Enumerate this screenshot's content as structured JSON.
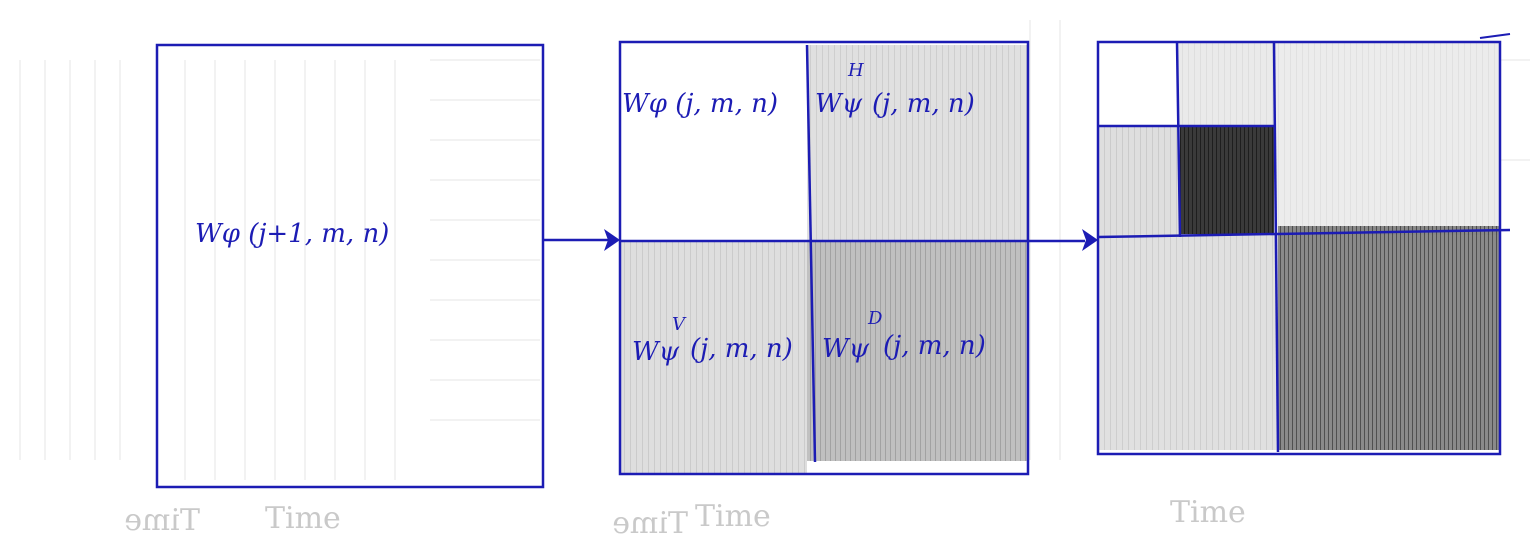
{
  "diagram": {
    "stage1": {
      "approx_label": "Wφ (j+1, m, n)",
      "axis_label": "Time",
      "axis_label_mirrored": "Time"
    },
    "stage2": {
      "approx_label": "Wφ (j, m, n)",
      "horizontal_label": "Wψ",
      "horizontal_sup": "H",
      "horizontal_args": "(j, m, n)",
      "vertical_label": "Wψ",
      "vertical_sup": "V",
      "vertical_args": "(j, m, n)",
      "diagonal_label": "Wψ",
      "diagonal_sup": "D",
      "diagonal_args": "(j, m, n)",
      "axis_label": "Time",
      "axis_label_mirrored": "Time"
    },
    "stage3": {
      "axis_label": "Time"
    },
    "colors": {
      "ink": "#1c1cb4",
      "shade_light": "#d9d9d9",
      "shade_mid": "#b4b4b4",
      "shade_dark": "#4a4a4a",
      "paper_lines": "#e4e4e4"
    }
  }
}
